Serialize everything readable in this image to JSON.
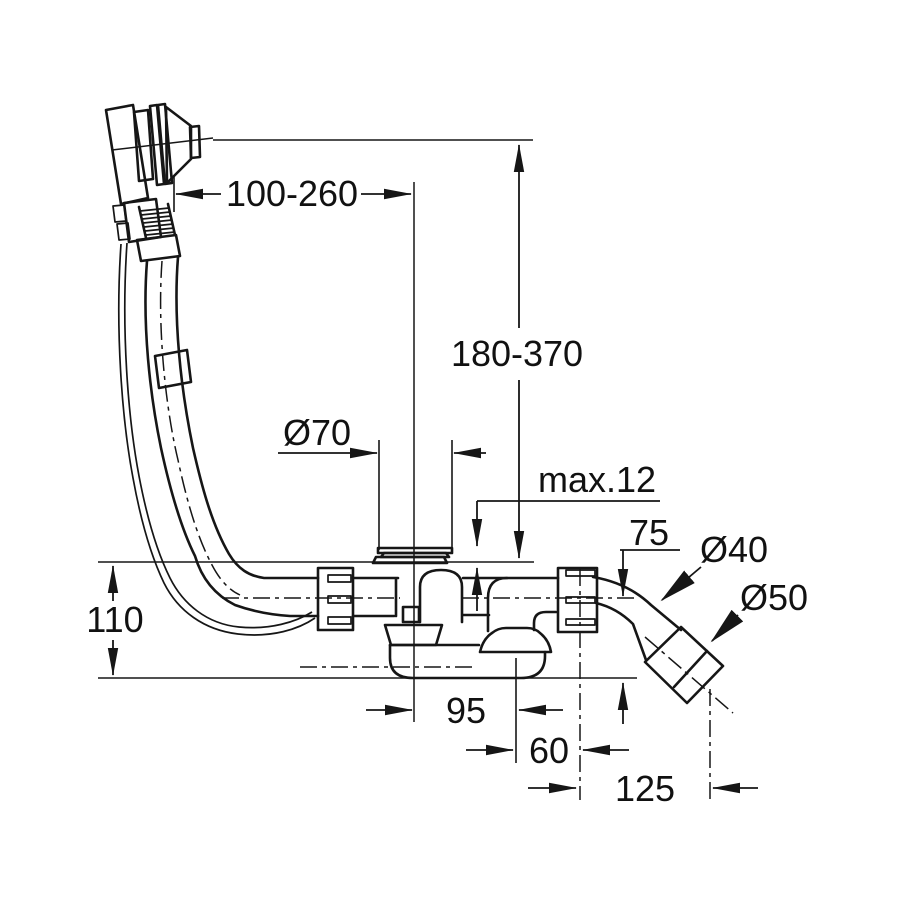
{
  "drawing": {
    "kind": "technical dimension drawing",
    "subject": "bath waste, overflow and filling set - side view",
    "colors": {
      "line": "#161616",
      "background": "#ffffff"
    },
    "labels": {
      "overflow_offset": "100-260",
      "overflow_height_range": "180-370",
      "waste_flange_diameter": "Ø70",
      "max_rim_thickness": "max.12",
      "outlet_centre_height": "75",
      "elbow_pipe_diameter": "Ø40",
      "outlet_connection_diameter": "Ø50",
      "trap_height": "110",
      "waste_to_riser_distance": "95",
      "riser_to_outlet_distance": "60",
      "outlet_reach": "125"
    }
  }
}
